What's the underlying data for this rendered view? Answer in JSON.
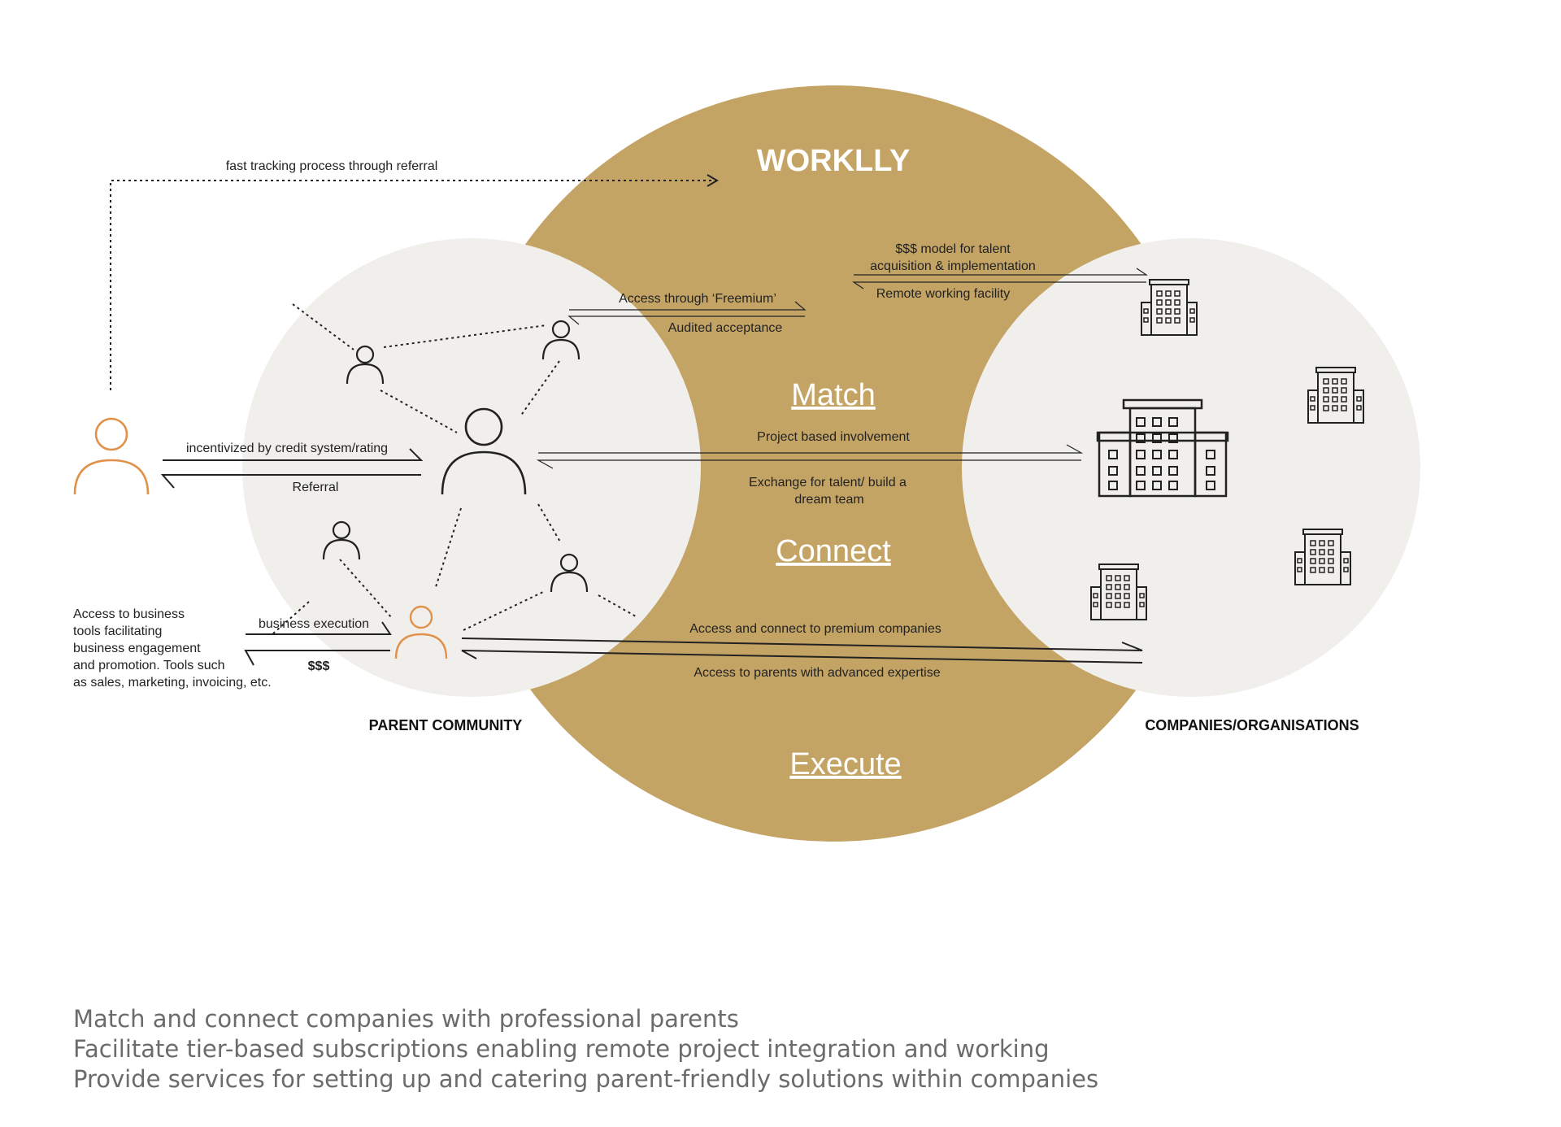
{
  "center": {
    "title": "WORKLLY",
    "words": [
      "Match",
      "Connect",
      "Execute"
    ],
    "color": "#c4a465"
  },
  "sides": {
    "left": "PARENT COMMUNITY",
    "right": "COMPANIES/ORGANISATIONS",
    "fill": "#f1efec"
  },
  "labels": {
    "fast_tracking": "fast tracking process through referral",
    "incentivized": "incentivized by credit system/rating",
    "referral": "Referral",
    "freemium": "Access through ‘Freemium’",
    "audited": "Audited acceptance",
    "model_line1": "$$$ model for talent",
    "model_line2": "acquisition & implementation",
    "remote": "Remote working facility",
    "project": "Project based involvement",
    "exchange_line1": "Exchange for talent/ build a",
    "exchange_line2": "dream team",
    "business_exec": "business execution",
    "money": "$$$",
    "tools": [
      "Access to business",
      "tools facilitating",
      "business engagement",
      "and promotion. Tools such",
      "as sales, marketing, invoicing, etc."
    ],
    "premium": "Access and connect to premium companies",
    "parents": "Access to parents with advanced expertise"
  },
  "footer": [
    "Match and connect companies with professional parents",
    "Facilitate tier-based subscriptions enabling remote project integration and working",
    "Provide services for setting up and catering parent-friendly solutions within companies"
  ],
  "colors": {
    "orange": "#e0914a",
    "ink": "#222222"
  }
}
